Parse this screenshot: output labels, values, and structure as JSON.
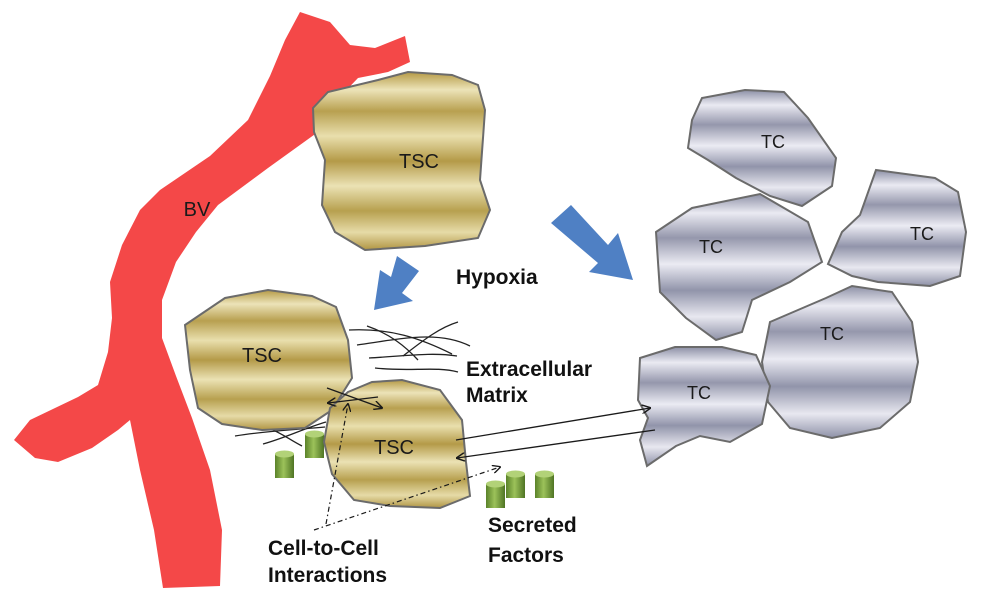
{
  "labels": {
    "bv": "BV",
    "tsc_top": "TSC",
    "tsc_left": "TSC",
    "tsc_right": "TSC",
    "tc_1": "TC",
    "tc_2": "TC",
    "tc_3": "TC",
    "tc_4": "TC",
    "tc_5": "TC",
    "hypoxia": "Hypoxia",
    "ecm_line1": "Extracellular",
    "ecm_line2": "Matrix",
    "interactions_line1": "Cell-to-Cell",
    "interactions_line2": "Interactions",
    "secreted_line1": "Secreted",
    "secreted_line2": "Factors"
  },
  "colors": {
    "blood_vessel": "#f44848",
    "tsc_fill_light": "#ece3b8",
    "tsc_fill_dark": "#b59a45",
    "tc_fill_light": "#eaeaf2",
    "tc_fill_dark": "#8d90a6",
    "cell_outline": "#6b6b6b",
    "block_arrow": "#4f80c4",
    "secreted_factor": "#6e9a36"
  }
}
